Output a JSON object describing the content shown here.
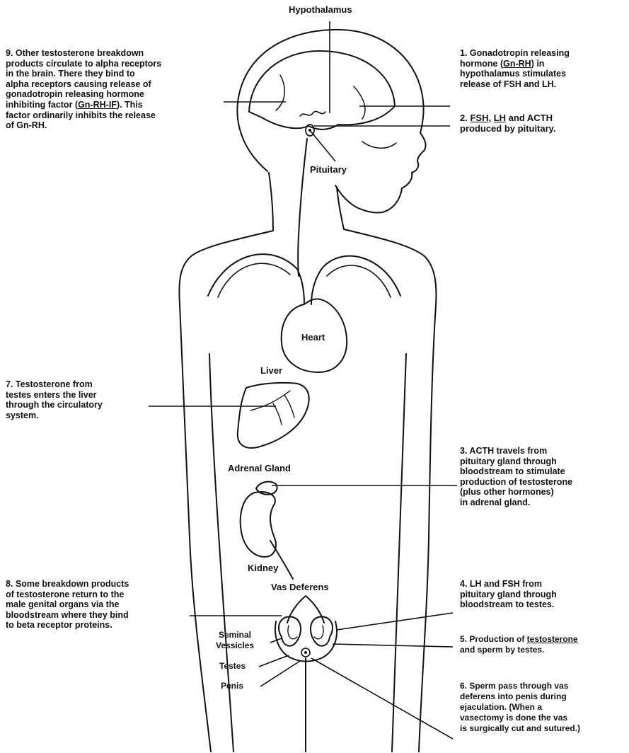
{
  "labels": {
    "hypothalamus": "Hypothalamus",
    "pituitary": "Pituitary",
    "heart": "Heart",
    "liver": "Liver",
    "adrenal_gland": "Adrenal Gland",
    "kidney": "Kidney",
    "vas_deferens": "Vas Deferens",
    "seminal_vessicles_1": "Seminal",
    "seminal_vessicles_2": "Vessicles",
    "testes": "Testes",
    "penis": "Penis"
  },
  "notes": {
    "n1": {
      "l1": "1.  Gonadotropin releasing",
      "l2a": "hormone (",
      "l2u": "Gn-RH",
      "l2b": ") in",
      "l3": "hypothalamus stimulates",
      "l4": "release of FSH and LH."
    },
    "n2": {
      "num": "2.  ",
      "u1": "FSH",
      "s1": ", ",
      "u2": "LH",
      "s2": " and ACTH",
      "l2": "produced by pituitary."
    },
    "n3": {
      "l1": "3.  ACTH travels from",
      "l2": "pituitary gland through",
      "l3": "bloodstream to stimulate",
      "l4": "production of testosterone",
      "l5": "(plus other hormones)",
      "l6": "in adrenal gland."
    },
    "n4": {
      "l1": "4.  LH and FSH from",
      "l2": "pituitary gland through",
      "l3": "bloodstream to testes."
    },
    "n5": {
      "a": "5.  Production of ",
      "u": "testosterone",
      "l2": "and sperm by testes."
    },
    "n6": {
      "l1": "6.  Sperm pass through vas",
      "l2": "deferens into penis during",
      "l3": "ejaculation.  (When a",
      "l4": "vasectomy is done the vas",
      "l5": "is surgically cut and sutured.)"
    },
    "n7": {
      "l1": "7.  Testosterone from",
      "l2": "testes enters the liver",
      "l3": "through the circulatory",
      "l4": "system."
    },
    "n8": {
      "l1": "8.  Some breakdown products",
      "l2": "of testosterone return to the",
      "l3": "male genital organs via the",
      "l4": "bloodstream where they bind",
      "l5": "to beta receptor proteins."
    },
    "n9": {
      "l1": "9.  Other testosterone breakdown",
      "l2": "products circulate to alpha receptors",
      "l3": "in the brain.  There they bind to",
      "l4": "alpha receptors causing release of",
      "l5": "gonadotropin releasing hormone",
      "l6a": "inhibiting factor (",
      "l6u": "Gn-RH-IF",
      "l6b": ").  This",
      "l7": "factor ordinarily inhibits the release",
      "l8": "of Gn-RH."
    }
  }
}
